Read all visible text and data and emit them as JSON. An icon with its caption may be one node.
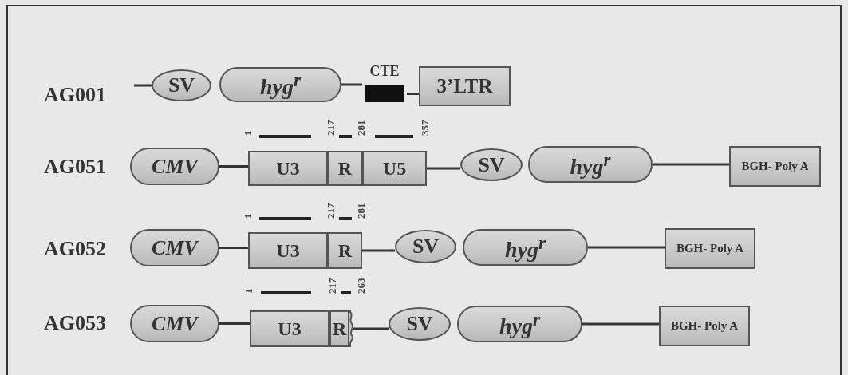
{
  "diagram": {
    "nodes": [
      {
        "text": [
          "SV"
        ]
      },
      {
        "text": [
          "hyg$^{r}$"
        ]
      },
      {
        "text": [
          "CTE"
        ]
      },
      {
        "text": [
          "3’LTR"
        ]
      },
      {
        "text": [
          "CMV"
        ]
      },
      {
        "text": [
          "U3"
        ]
      },
      {
        "text": [
          "R"
        ]
      },
      {
        "text": [
          "U5"
        ]
      },
      {
        "text": [
          "SV"
        ]
      },
      {
        "text": [
          "hyg$^{r}$"
        ]
      },
      {
        "text": [
          "BGH- Poly A"
        ]
      },
      {
        "text": [
          "CMV"
        ]
      },
      {
        "text": [
          "U3"
        ]
      },
      {
        "text": [
          "R"
        ]
      },
      {
        "text": [
          "SV"
        ]
      },
      {
        "text": [
          "hyg$^{r}$"
        ]
      },
      {
        "text": [
          "BGH- Poly A"
        ]
      },
      {
        "text": [
          "CMV"
        ]
      },
      {
        "text": [
          "U3"
        ]
      },
      {
        "text": [
          "R"
        ]
      },
      {
        "text": [
          "SV"
        ]
      },
      {
        "text": [
          "hyg$^{r}$"
        ]
      },
      {
        "text": [
          "BGH- Poly A"
        ]
      }
    ],
    "edges": [
      {
        "from": null,
        "to": 0,
        "arrow": "none"
      },
      {
        "from": 1,
        "to": 2,
        "arrow": "none"
      },
      {
        "from": 2,
        "to": 3,
        "arrow": "none"
      },
      {
        "from": 4,
        "to": 5,
        "arrow": "none"
      },
      {
        "from": 7,
        "to": 8,
        "arrow": "none"
      },
      {
        "from": 9,
        "to": 10,
        "arrow": "none"
      },
      {
        "from": 11,
        "to": 12,
        "arrow": "none"
      },
      {
        "from": 13,
        "to": 14,
        "arrow": "none"
      },
      {
        "from": 15,
        "to": 16,
        "arrow": "none"
      },
      {
        "from": 17,
        "to": 18,
        "arrow": "none"
      },
      {
        "from": 19,
        "to": 20,
        "arrow": "none"
      },
      {
        "from": 21,
        "to": 22,
        "arrow": "none"
      }
    ],
    "labels": [
      "AG001",
      "1",
      "217",
      "281",
      "357",
      "AG051",
      "1",
      "217",
      "281",
      "AG052",
      "1",
      "217",
      "263",
      "AG053"
    ]
  }
}
